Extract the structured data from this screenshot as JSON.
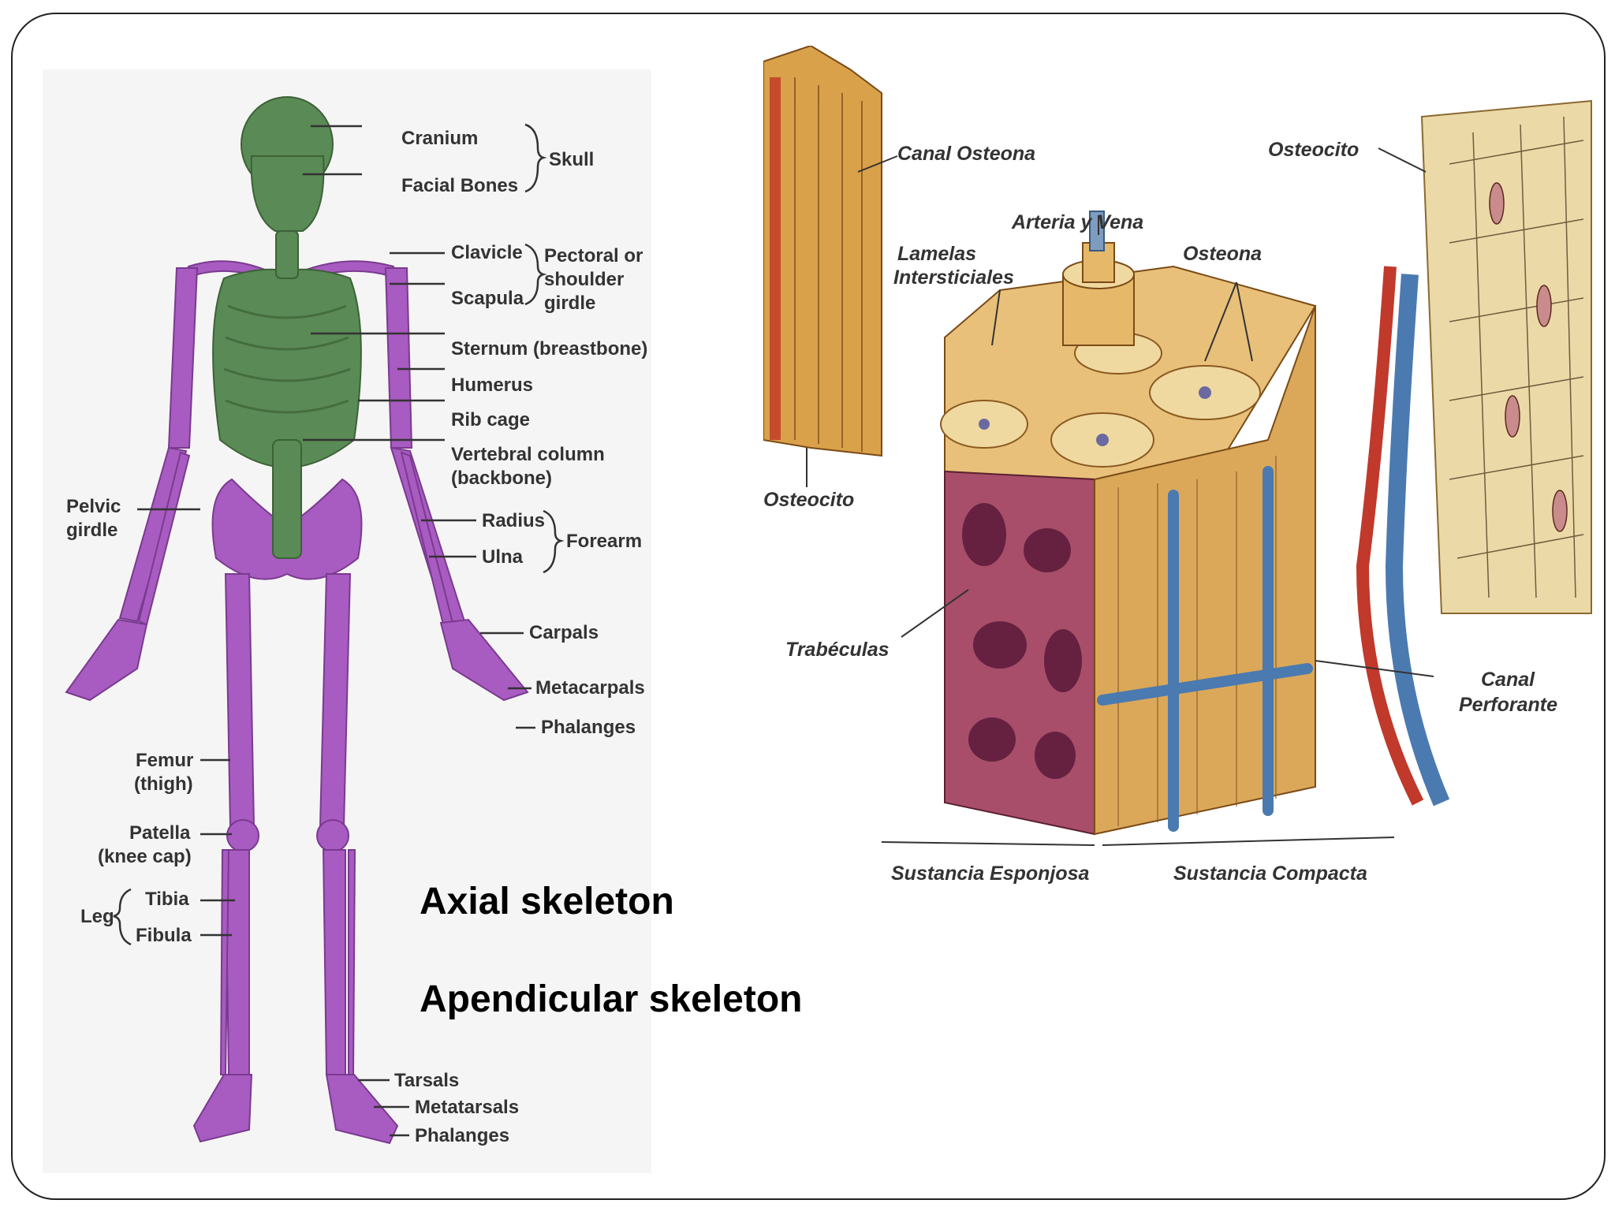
{
  "skeleton_figure": {
    "labels": {
      "cranium": "Cranium",
      "facial_bones": "Facial Bones",
      "skull": "Skull",
      "clavicle": "Clavicle",
      "scapula": "Scapula",
      "pectoral_1": "Pectoral or",
      "pectoral_2": "shoulder",
      "pectoral_3": "girdle",
      "sternum": "Sternum (breastbone)",
      "humerus": "Humerus",
      "rib_cage": "Rib cage",
      "vertebral_1": "Vertebral column",
      "vertebral_2": "(backbone)",
      "pelvic_1": "Pelvic",
      "pelvic_2": "girdle",
      "radius": "Radius",
      "ulna": "Ulna",
      "forearm": "Forearm",
      "carpals": "Carpals",
      "metacarpals": "Metacarpals",
      "phalanges_hand": "Phalanges",
      "femur_1": "Femur",
      "femur_2": "(thigh)",
      "patella_1": "Patella",
      "patella_2": "(knee cap)",
      "leg": "Leg",
      "tibia": "Tibia",
      "fibula": "Fibula",
      "tarsals": "Tarsals",
      "metatarsals": "Metatarsals",
      "phalanges_foot": "Phalanges"
    },
    "colors": {
      "axial": "#5a8a55",
      "appendicular": "#a85bc0"
    }
  },
  "bone_figure": {
    "labels": {
      "canal_osteona": "Canal Osteona",
      "osteocito_top": "Osteocito",
      "arteria_vena": "Arteria y Vena",
      "lamelas_1": "Lamelas",
      "lamelas_2": "Intersticiales",
      "osteona": "Osteona",
      "osteocito_left": "Osteocito",
      "trabeculas": "Trabéculas",
      "canal_perf_1": "Canal",
      "canal_perf_2": "Perforante",
      "esponjosa": "Sustancia Esponjosa",
      "compacta": "Sustancia Compacta"
    }
  },
  "captions": {
    "axial": "Axial skeleton",
    "apendicular": "Apendicular skeleton"
  }
}
